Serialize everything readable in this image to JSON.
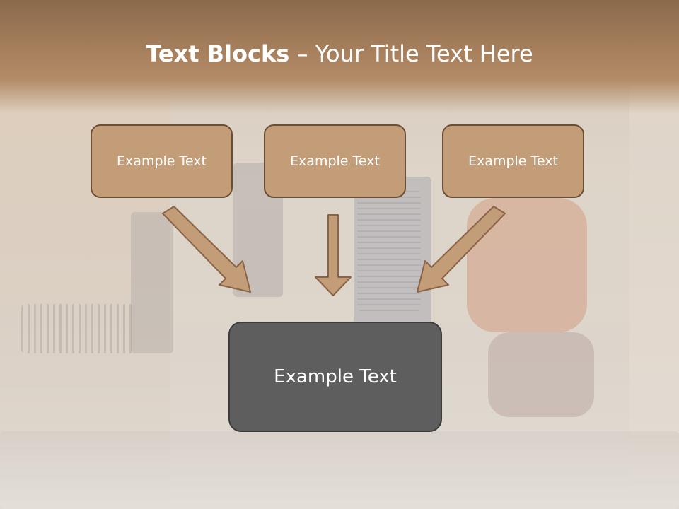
{
  "slide": {
    "title_bold": "Text Blocks",
    "title_separator": " – ",
    "title_rest": "Your Title Text Here"
  },
  "boxes": {
    "top_left": "Example Text",
    "top_center": "Example Text",
    "top_right": "Example Text",
    "bottom": "Example Text"
  },
  "colors": {
    "header": "#a47d5b",
    "box_fill": "#c39c78",
    "box_border": "#6b4e35",
    "bottom_box_fill": "#5e5e5e",
    "arrow_fill": "#c39c78",
    "arrow_stroke": "#8a6446"
  }
}
